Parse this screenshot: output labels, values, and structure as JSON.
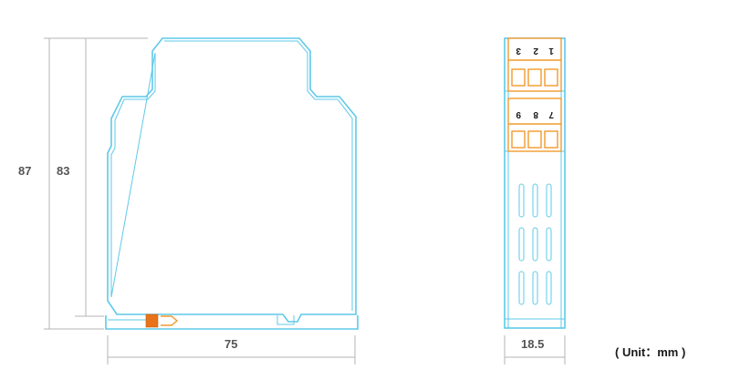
{
  "dimensions": {
    "height_outer": "87",
    "height_inner": "83",
    "width_side": "75",
    "width_front": "18.5"
  },
  "unit_label": "( Unit：mm )",
  "terminals": {
    "top_row": [
      "3",
      "2",
      "1"
    ],
    "bottom_row": [
      "9",
      "8",
      "7"
    ]
  },
  "colors": {
    "body_outline": "#5ec9e8",
    "terminal": "#f29a2e",
    "latch": "#e8731a",
    "dimension_line": "#b4b4b4"
  }
}
